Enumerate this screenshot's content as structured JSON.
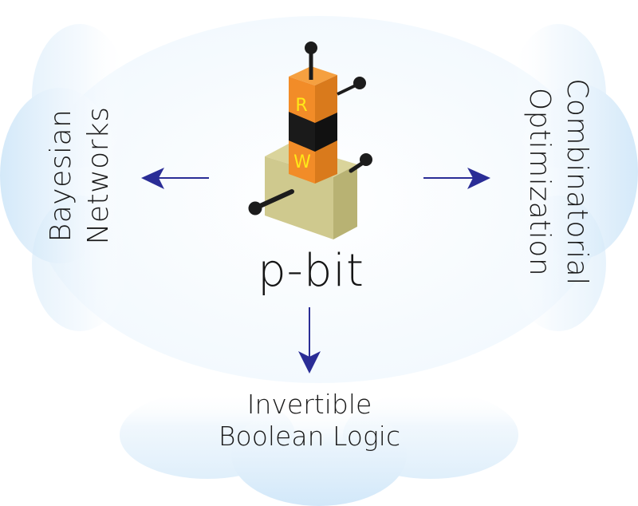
{
  "diagram": {
    "center": {
      "label": "p-bit",
      "device": {
        "top_block_letters": [
          "R",
          "W"
        ],
        "colors": {
          "pillar_front": "#f28c28",
          "pillar_side": "#d97a1c",
          "pillar_top": "#f5a040",
          "band": "#1a1a1a",
          "letters": "#ffe818",
          "base_front": "#cfc98e",
          "base_side": "#b8b273",
          "base_top": "#dad49b",
          "terminal": "#1c1c1c"
        }
      }
    },
    "applications": [
      {
        "id": "left",
        "lines": [
          "Bayesian",
          "Networks"
        ],
        "direction": "left"
      },
      {
        "id": "right",
        "lines": [
          "Combinatorial",
          "Optimization"
        ],
        "direction": "right"
      },
      {
        "id": "bottom",
        "lines": [
          "Invertible",
          "Boolean Logic"
        ],
        "direction": "down"
      }
    ],
    "arrow_color": "#2a2d96",
    "cloud_color": "#d6ebfa"
  }
}
